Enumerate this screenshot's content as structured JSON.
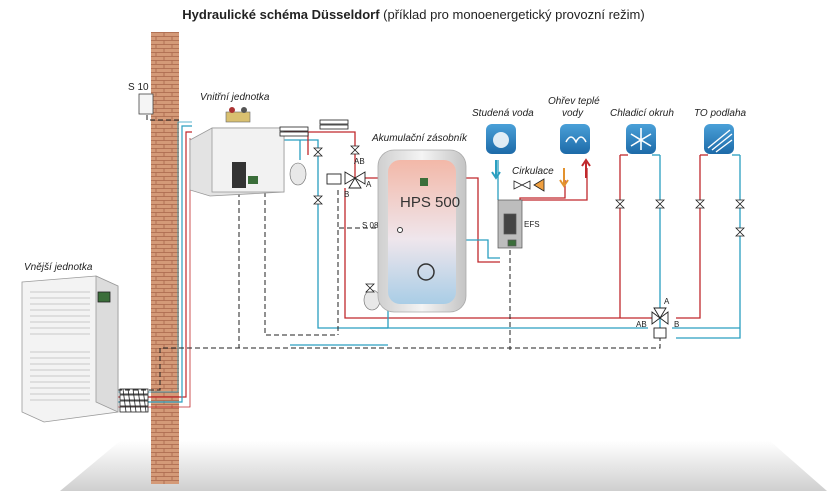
{
  "title": {
    "bold": "Hydraulické schéma Düsseldorf",
    "normal": "(příklad pro monoenergetický provozní režim)"
  },
  "labels": {
    "outdoor_unit": "Vnější jednotka",
    "indoor_unit": "Vnitřní jednotka",
    "storage_tank": "Akumulační zásobník",
    "tank_model": "HPS 500",
    "cold_water": "Studená voda",
    "hot_water_line1": "Ohřev teplé",
    "hot_water_line2": "vody",
    "cooling_circuit": "Chladicí okruh",
    "floor_heating": "TO podlaha",
    "circulation": "Cirkulace",
    "efs": "EFS",
    "sensor_s10": "S 10",
    "sensor_s08": "S 08",
    "valve_left_ab": "AB",
    "valve_left_a": "A",
    "valve_left_b": "B",
    "valve_right_a": "A",
    "valve_right_ab": "AB",
    "valve_right_b": "B"
  },
  "colors": {
    "supply": "#c0282c",
    "return": "#2a9fc0",
    "signal": "#222222",
    "wall": "#c9896a"
  }
}
